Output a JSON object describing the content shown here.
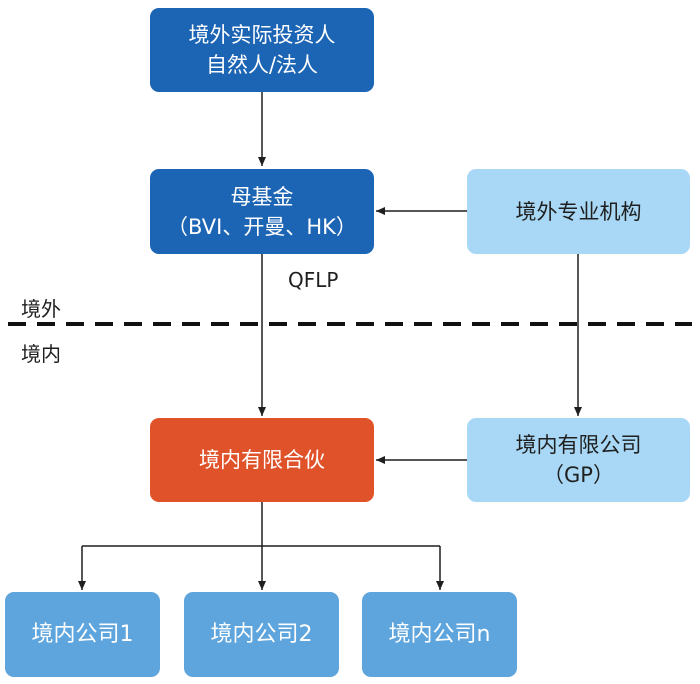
{
  "nodes": {
    "investor": {
      "line1": "境外实际投资人",
      "line2": "自然人/法人"
    },
    "mother_fund": {
      "line1": "母基金",
      "line2": "（BVI、开曼、HK）"
    },
    "foreign_institution": {
      "line1": "境外专业机构"
    },
    "domestic_lp": {
      "line1": "境内有限合伙"
    },
    "domestic_gp": {
      "line1": "境内有限公司",
      "line2": "（GP）"
    },
    "company_1": {
      "line1": "境内公司1"
    },
    "company_2": {
      "line1": "境内公司2"
    },
    "company_n": {
      "line1": "境内公司n"
    }
  },
  "labels": {
    "qflp": "QFLP",
    "overseas": "境外",
    "domestic": "境内"
  },
  "colors": {
    "dark_blue": "#1c64b4",
    "light_blue": "#a8d8f5",
    "orange": "#e0522a",
    "mid_blue": "#5ea5dd",
    "line": "#1f1f1f"
  }
}
